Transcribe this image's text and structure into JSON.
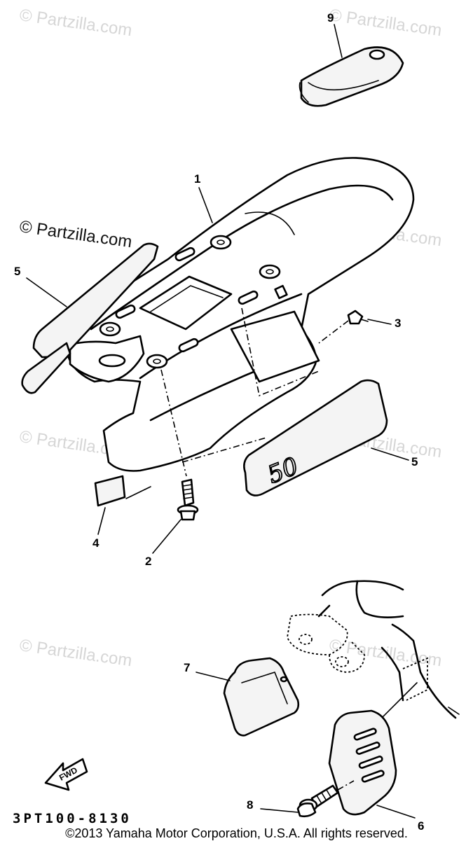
{
  "watermarks": {
    "text": "© Partzilla.com"
  },
  "diagram": {
    "callouts": {
      "c1": "1",
      "c2": "2",
      "c3": "3",
      "c4": "4",
      "c5a": "5",
      "c5b": "5",
      "c6": "6",
      "c7": "7",
      "c8": "8",
      "c9": "9"
    },
    "fender_marking": "50",
    "fwd_label": "FWD",
    "part_code": "3PT100-8130"
  },
  "footer": {
    "copyright": "©2013 Yamaha Motor Corporation, U.S.A. All rights reserved."
  }
}
